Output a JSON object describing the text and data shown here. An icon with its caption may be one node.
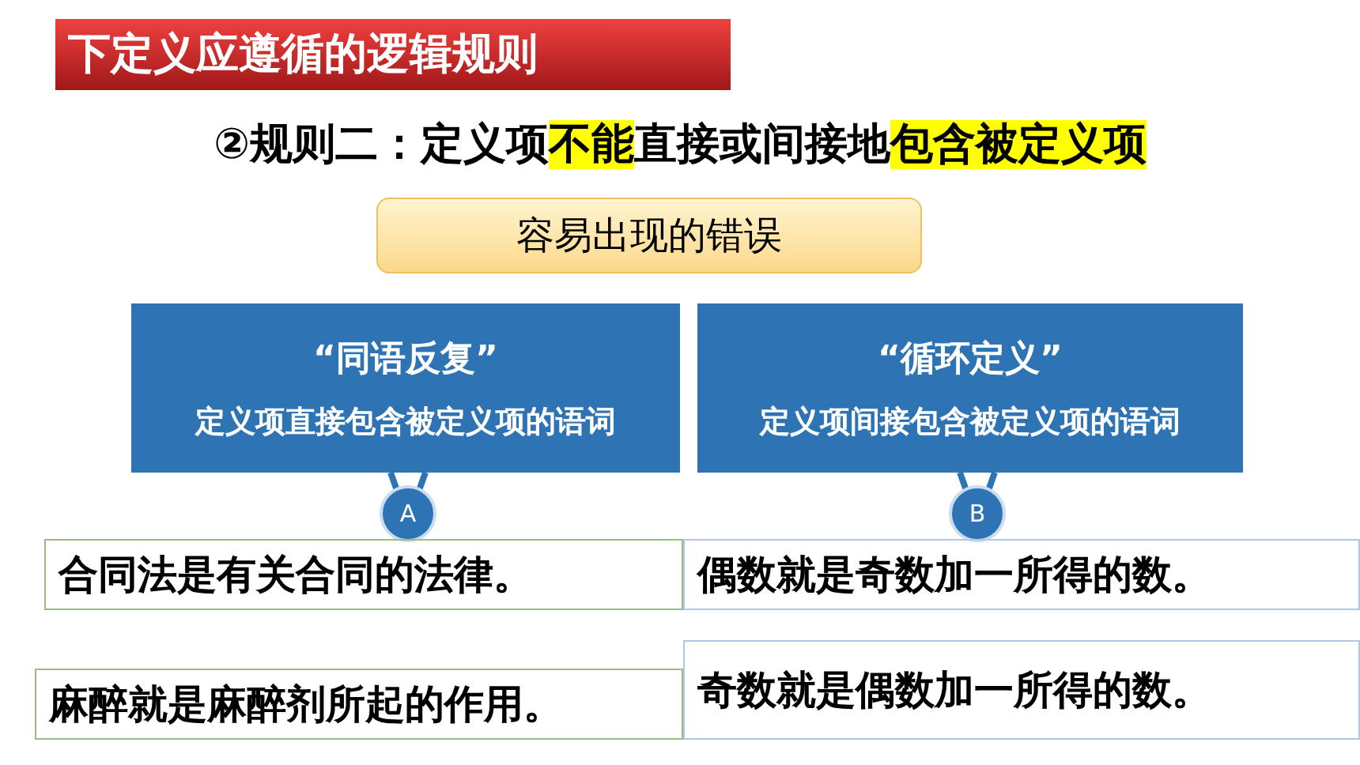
{
  "diagram": {
    "title": "下定义应遵循的逻辑规则",
    "nodes": [
      {
        "text": [
          "容易出现的错误"
        ]
      },
      {
        "text": [
          "“同语反复”",
          "定义项直接包含被定义项的语词"
        ]
      },
      {
        "text": [
          "“循环定义”",
          "定义项间接包含被定义项的语词"
        ]
      },
      {
        "text": [
          "A"
        ]
      },
      {
        "text": [
          "B"
        ]
      },
      {
        "text": [
          "合同法是有关合同的法律。"
        ]
      },
      {
        "text": [
          "偶数就是奇数加一所得的数。"
        ]
      },
      {
        "text": [
          "麻醉就是麻醉剂所起的作用。"
        ]
      },
      {
        "text": [
          "奇数就是偶数加一所得的数。"
        ]
      }
    ],
    "edges": [
      {
        "from": 1,
        "to": 3,
        "arrow": "none"
      },
      {
        "from": 2,
        "to": 4,
        "arrow": "none"
      }
    ],
    "labels": [
      "②规则二：定义项",
      "不能",
      "直接或间接地",
      "包含被定义项"
    ]
  }
}
